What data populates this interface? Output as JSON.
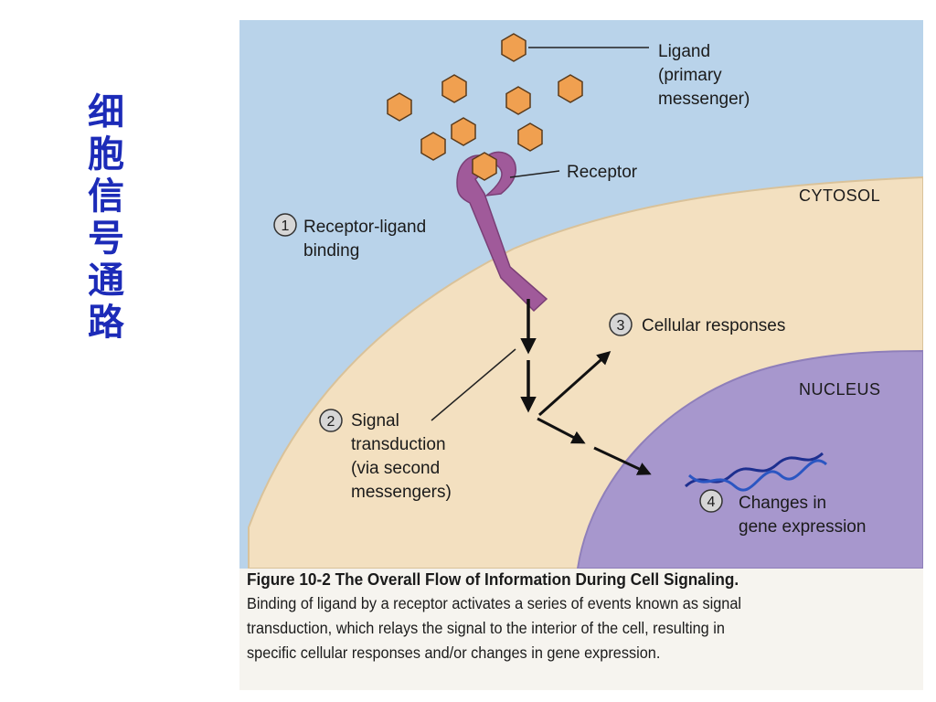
{
  "side_title": [
    "细",
    "胞",
    "信",
    "号",
    "通",
    "路"
  ],
  "diagram": {
    "ligand_label": [
      "Ligand",
      "(primary",
      "messenger)"
    ],
    "receptor_label": "Receptor",
    "cytosol_label": "CYTOSOL",
    "nucleus_label": "NUCLEUS",
    "steps": [
      {
        "num": "1",
        "lines": [
          "Receptor-ligand",
          "binding"
        ]
      },
      {
        "num": "2",
        "lines": [
          "Signal",
          "transduction",
          "(via second",
          "messengers)"
        ]
      },
      {
        "num": "3",
        "lines": [
          "Cellular responses"
        ]
      },
      {
        "num": "4",
        "lines": [
          "Changes in",
          "gene expression"
        ]
      }
    ],
    "colors": {
      "background": "#b9d3ea",
      "cytosol": "#f3e0c0",
      "nucleus": "#a797cd",
      "ligand": "#f0a050",
      "receptor": "#a05a9a"
    }
  },
  "caption": {
    "heading": "Figure 10-2    The Overall Flow of Information During Cell Signaling.",
    "lines": [
      "Binding of ligand by a receptor activates a series of events known as signal",
      "transduction, which relays the signal to the interior of the cell, resulting in",
      "specific cellular responses and/or changes in gene expression."
    ]
  }
}
